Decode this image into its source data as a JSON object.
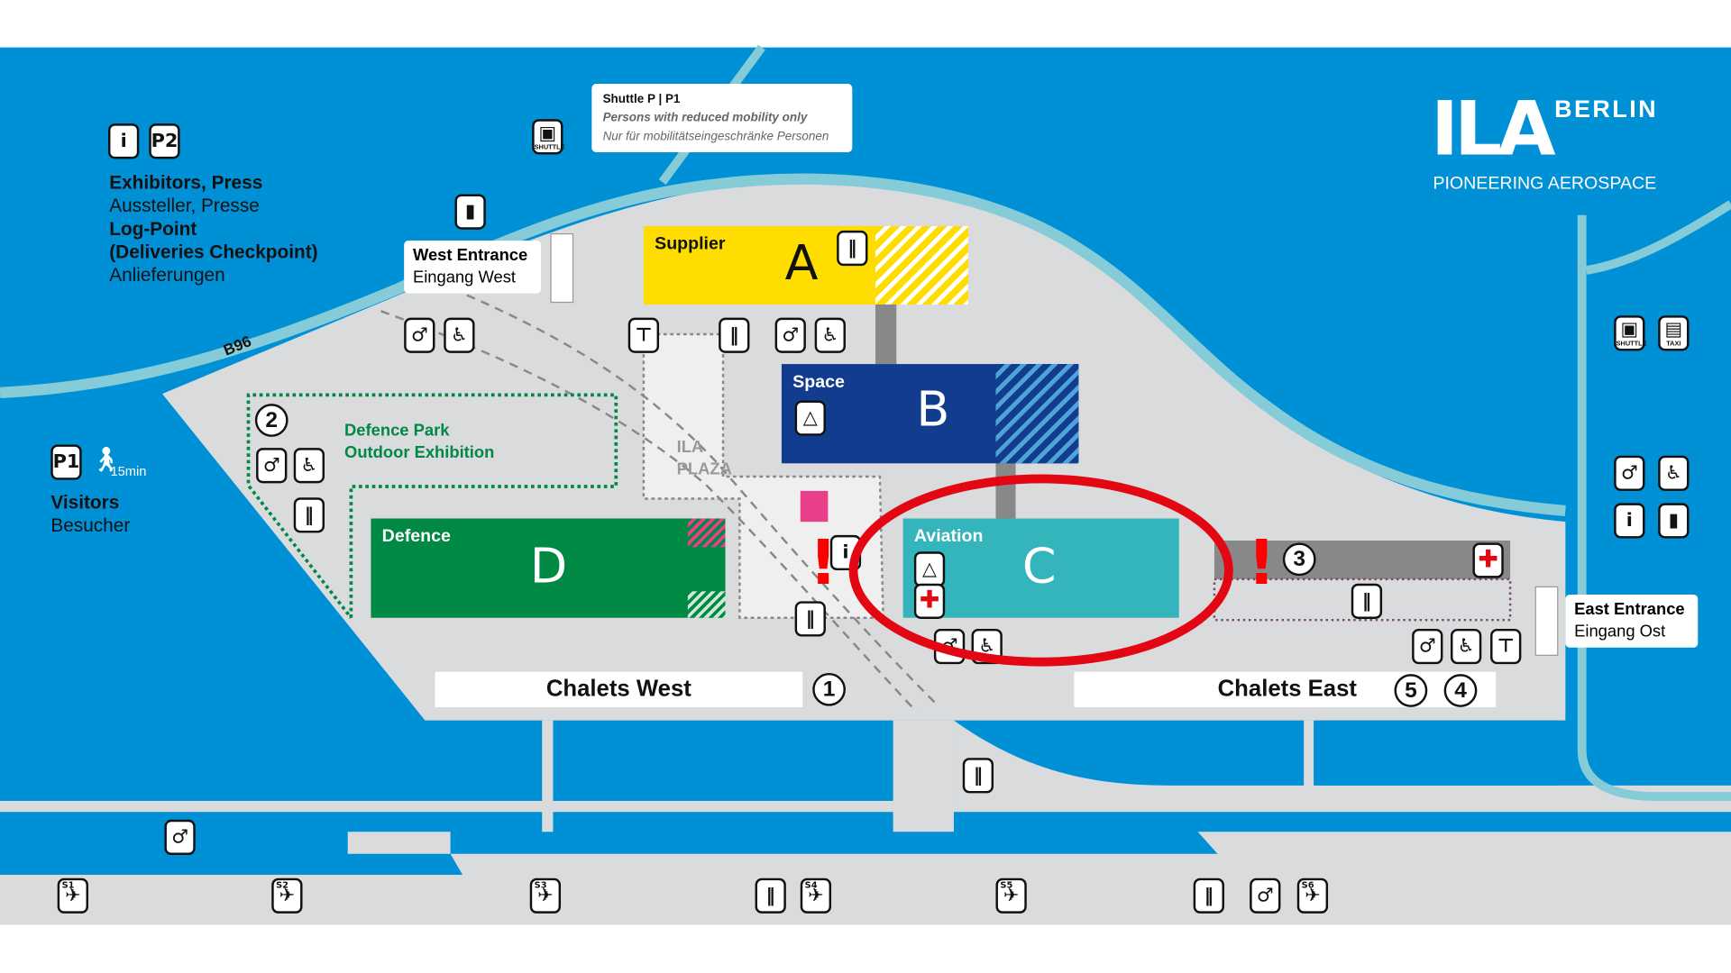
{
  "left_legend": {
    "exhibitors_en": "Exhibitors, Press",
    "exhibitors_de": "Aussteller, Presse",
    "logpoint": "Log-Point",
    "deliveries": "(Deliveries Checkpoint)",
    "deliveries_de": "Anlieferungen",
    "p2": "P2"
  },
  "visitors": {
    "p1": "P1",
    "walk": "15min",
    "en": "Visitors",
    "de": "Besucher"
  },
  "shuttle_note": {
    "title": "Shuttle P | P1",
    "line1": "Persons with reduced mobility only",
    "line2": "Nur für mobilitätseingeschränke Personen"
  },
  "logo": {
    "ila": "ILA",
    "city": "BERLIN",
    "tagline": "PIONEERING AEROSPACE"
  },
  "road": "B96",
  "west_entrance": {
    "en": "West Entrance",
    "de": "Eingang West"
  },
  "east_entrance": {
    "en": "East Entrance",
    "de": "Eingang Ost"
  },
  "halls": [
    {
      "name": "Supplier",
      "letter": "A",
      "color": "#ffdd00"
    },
    {
      "name": "Space",
      "letter": "B",
      "color": "#123d8f"
    },
    {
      "name": "Aviation",
      "letter": "C",
      "color": "#33b5bb"
    },
    {
      "name": "Defence",
      "letter": "D",
      "color": "#008845"
    }
  ],
  "defence_park": {
    "line1": "Defence Park",
    "line2": "Outdoor Exhibition",
    "number": "2"
  },
  "plaza": {
    "line1": "ILA",
    "line2": "PLAZA"
  },
  "chalets_west": {
    "label": "Chalets West",
    "number": "1"
  },
  "chalets_east": {
    "label": "Chalets East",
    "numbers": [
      "5",
      "4"
    ]
  },
  "area3": "3",
  "stands": [
    "S1",
    "S2",
    "S3",
    "S4",
    "S5",
    "S6"
  ],
  "icon_labels": {
    "wc": "WC",
    "info": "i",
    "shuttle": "SHUTTLE",
    "taxi": "TAXI"
  },
  "highlight_color": "#e30613"
}
